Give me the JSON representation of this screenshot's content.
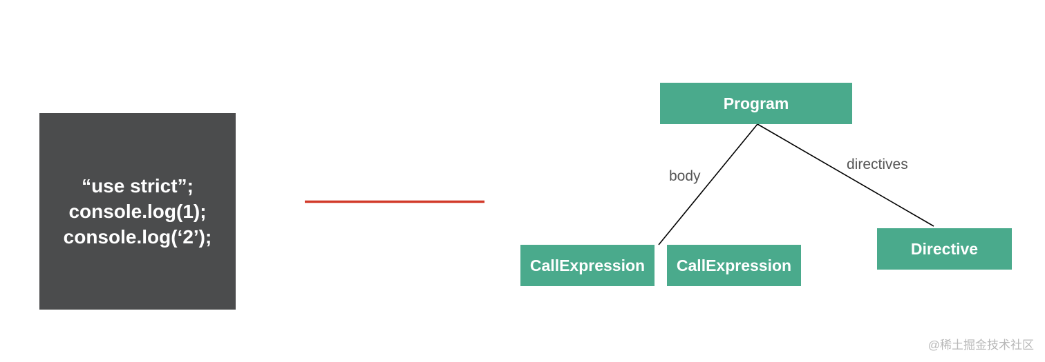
{
  "source_code": {
    "lines": [
      "“use strict”;",
      "console.log(1);",
      "console.log(‘2’);"
    ]
  },
  "tree": {
    "root": {
      "label": "Program"
    },
    "children": [
      {
        "label": "CallExpression"
      },
      {
        "label": "CallExpression"
      },
      {
        "label": "Directive"
      }
    ],
    "edges": [
      {
        "label": "body"
      },
      {
        "label": "directives"
      }
    ]
  },
  "watermark": "@稀土掘金技术社区",
  "colors": {
    "code_box_bg": "#4b4c4d",
    "node_bg": "#4aaa8c",
    "transform_line": "#d23a2a",
    "edge_line": "#000000"
  }
}
